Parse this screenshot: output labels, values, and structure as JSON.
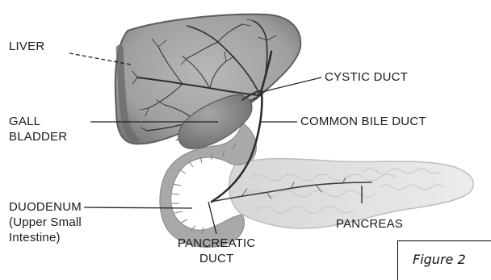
{
  "labels": {
    "liver": "LIVER",
    "cystic_duct": "CYSTIC DUCT",
    "gall_bladder": "GALL\nBLADDER",
    "common_bile_duct": "COMMON BILE DUCT",
    "duodenum": "DUODENUM\n(Upper Small\nIntestine)",
    "pancreatic_duct": "PANCREATIC\nDUCT",
    "pancreas": "PANCREAS"
  },
  "caption": "Figure 2",
  "colors": {
    "liver_fill": "#8f8f8f",
    "liver_edge": "#5e5e5e",
    "vessel": "#2e2e2e",
    "gallbladder": "#7d7d7d",
    "duodenum": "#a9a9a9",
    "pancreas": "#dedede",
    "leader": "#222222"
  }
}
